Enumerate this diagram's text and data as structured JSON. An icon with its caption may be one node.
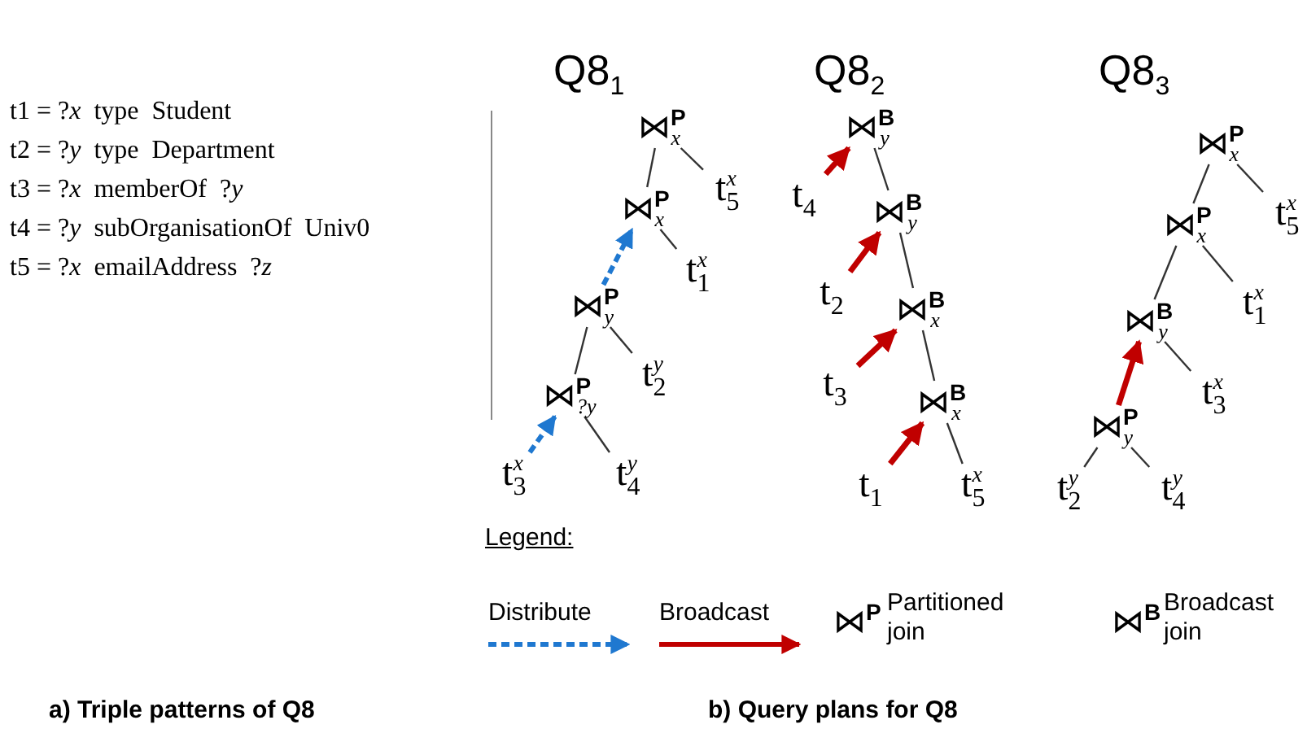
{
  "diagram": {
    "nodes": [
      {
        "text": [
          "⋈$^{P}$$_{x}$"
        ]
      },
      {
        "text": [
          "t$_{5}$$^{x}$"
        ]
      },
      {
        "text": [
          "⋈$^{P}$$_{x}$"
        ]
      },
      {
        "text": [
          "t$_{1}$$^{x}$"
        ]
      },
      {
        "text": [
          "⋈$^{P}$$_{y}$"
        ]
      },
      {
        "text": [
          "t$_{2}$$^{y}$"
        ]
      },
      {
        "text": [
          "⋈$^{P}$$_{?y}$"
        ]
      },
      {
        "text": [
          "t$_{3}$$^{x}$"
        ]
      },
      {
        "text": [
          "t$_{4}$$^{y}$"
        ]
      },
      {
        "text": [
          "⋈$^{B}$$_{y}$"
        ]
      },
      {
        "text": [
          "t$_{4}$"
        ]
      },
      {
        "text": [
          "⋈$^{B}$$_{y}$"
        ]
      },
      {
        "text": [
          "t$_{2}$"
        ]
      },
      {
        "text": [
          "⋈$^{B}$$_{x}$"
        ]
      },
      {
        "text": [
          "t$_{3}$"
        ]
      },
      {
        "text": [
          "⋈$^{B}$$_{x}$"
        ]
      },
      {
        "text": [
          "t$_{1}$"
        ]
      },
      {
        "text": [
          "t$_{5}$$^{x}$"
        ]
      },
      {
        "text": [
          "⋈$^{P}$$_{x}$"
        ]
      },
      {
        "text": [
          "⋈$^{P}$$_{x}$"
        ]
      },
      {
        "text": [
          "t$_{5}$$^{x}$"
        ]
      },
      {
        "text": [
          "⋈$^{B}$$_{y}$"
        ]
      },
      {
        "text": [
          "t$_{1}$$^{x}$"
        ]
      },
      {
        "text": [
          "⋈$^{P}$$_{y}$"
        ]
      },
      {
        "text": [
          "t$_{3}$$^{x}$"
        ]
      },
      {
        "text": [
          "t$_{2}$$^{y}$"
        ]
      },
      {
        "text": [
          "t$_{4}$$^{y}$"
        ]
      }
    ],
    "edges": [
      {
        "from": 2,
        "to": 0,
        "arrow": "none"
      },
      {
        "from": 1,
        "to": 0,
        "arrow": "none"
      },
      {
        "from": 4,
        "to": 2,
        "arrow": "to",
        "style": "dashed",
        "color": "#1f78d0"
      },
      {
        "from": 3,
        "to": 2,
        "arrow": "none"
      },
      {
        "from": 6,
        "to": 4,
        "arrow": "none"
      },
      {
        "from": 5,
        "to": 4,
        "arrow": "none"
      },
      {
        "from": 7,
        "to": 6,
        "arrow": "to",
        "style": "dashed",
        "color": "#1f78d0"
      },
      {
        "from": 8,
        "to": 6,
        "arrow": "none"
      },
      {
        "from": 10,
        "to": 9,
        "arrow": "to",
        "style": "thick",
        "color": "#c00000"
      },
      {
        "from": 11,
        "to": 9,
        "arrow": "none"
      },
      {
        "from": 12,
        "to": 11,
        "arrow": "to",
        "style": "thick",
        "color": "#c00000"
      },
      {
        "from": 13,
        "to": 11,
        "arrow": "none"
      },
      {
        "from": 14,
        "to": 13,
        "arrow": "to",
        "style": "thick",
        "color": "#c00000"
      },
      {
        "from": 15,
        "to": 13,
        "arrow": "none"
      },
      {
        "from": 16,
        "to": 15,
        "arrow": "to",
        "style": "thick",
        "color": "#c00000"
      },
      {
        "from": 17,
        "to": 15,
        "arrow": "none"
      },
      {
        "from": 19,
        "to": 18,
        "arrow": "none"
      },
      {
        "from": 20,
        "to": 18,
        "arrow": "none"
      },
      {
        "from": 21,
        "to": 19,
        "arrow": "none"
      },
      {
        "from": 22,
        "to": 19,
        "arrow": "none"
      },
      {
        "from": 23,
        "to": 21,
        "arrow": "to",
        "style": "thick",
        "color": "#c00000"
      },
      {
        "from": 24,
        "to": 21,
        "arrow": "none"
      },
      {
        "from": 25,
        "to": 23,
        "arrow": "none"
      },
      {
        "from": 26,
        "to": 23,
        "arrow": "none"
      }
    ],
    "labels": [
      "Q8$_{1}$",
      "Q8$_{2}$",
      "Q8$_{3}$",
      "t1 = ?*x*  type  Student",
      "t2 = ?*y*  type  Department",
      "t3 = ?*x*  memberOf  ?*y*",
      "t4 = ?*y*  subOrganisationOf  Univ0",
      "t5 = ?*x*  emailAddress  ?*z*",
      "Legend:",
      "⋈$^{P}$",
      "⋈$^{B}$",
      "a) Triple patterns of Q8",
      "b) Query plans for Q8"
    ],
    "legend": [
      {
        "text": "Distribute"
      },
      {
        "text": "Broadcast"
      },
      {
        "text": "Partitioned join"
      },
      {
        "text": "Broadcast join"
      }
    ]
  }
}
